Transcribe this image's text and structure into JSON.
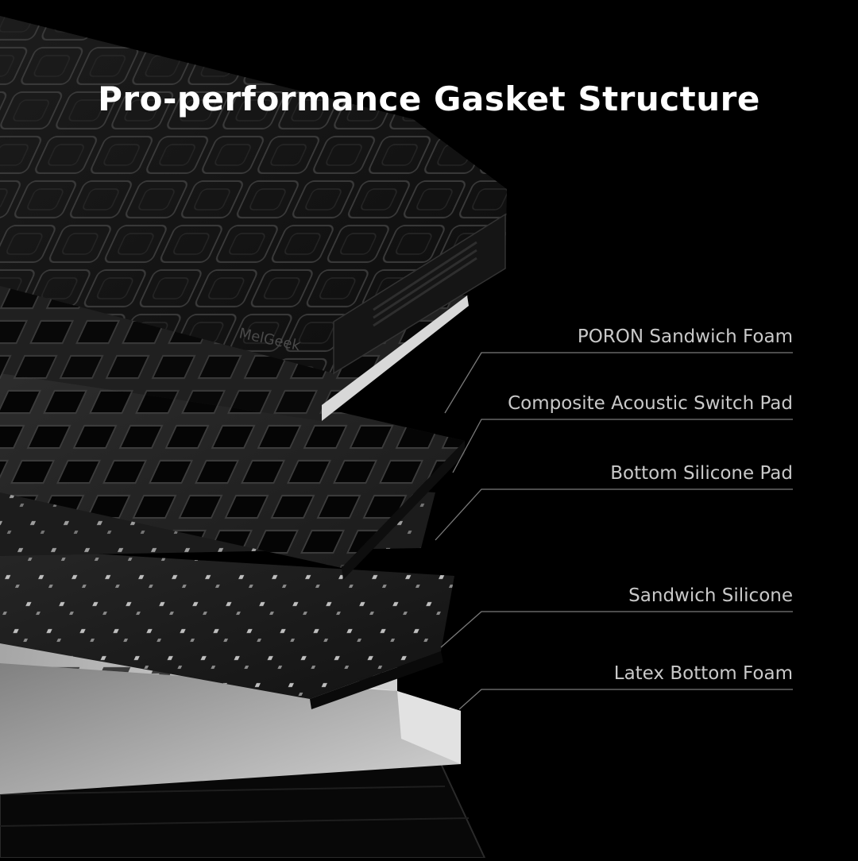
{
  "title": "Pro-performance Gasket Structure",
  "brand_mark": "MelGeek",
  "layers": [
    {
      "label": "PORON Sandwich Foam"
    },
    {
      "label": "Composite Acoustic Switch Pad"
    },
    {
      "label": "Bottom Silicone Pad"
    },
    {
      "label": "Sandwich Silicone"
    },
    {
      "label": "Latex Bottom Foam"
    }
  ],
  "colors": {
    "background": "#000000",
    "title": "#ffffff",
    "label": "#c9c9c9",
    "leader": "#7a7a7a"
  }
}
